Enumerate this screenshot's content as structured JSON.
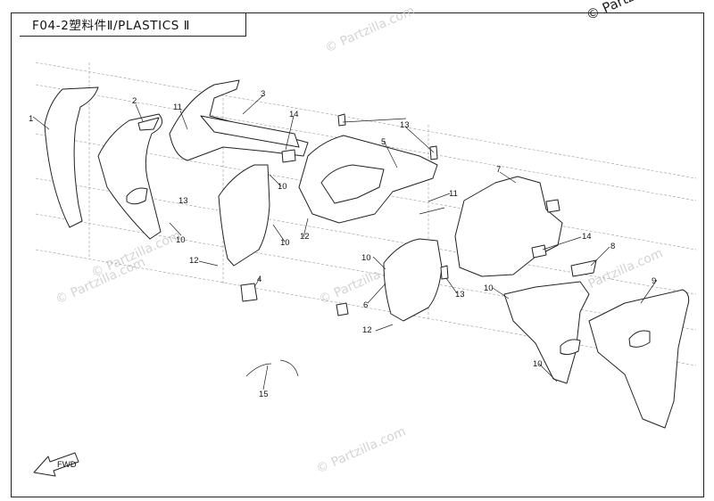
{
  "title": "F04-2塑料件Ⅱ/PLASTICS Ⅱ",
  "copyright": "© Partzilla.com",
  "watermark_text": "© Partzilla.com",
  "fwd_label": "FWD",
  "callouts": {
    "n1": "1",
    "n2": "2",
    "n3": "3",
    "n4": "4",
    "n5": "5",
    "n6": "6",
    "n7": "7",
    "n8": "8",
    "n9": "9",
    "n10": "10",
    "n11": "11",
    "n12": "12",
    "n13": "13",
    "n14": "14",
    "n15": "15"
  }
}
